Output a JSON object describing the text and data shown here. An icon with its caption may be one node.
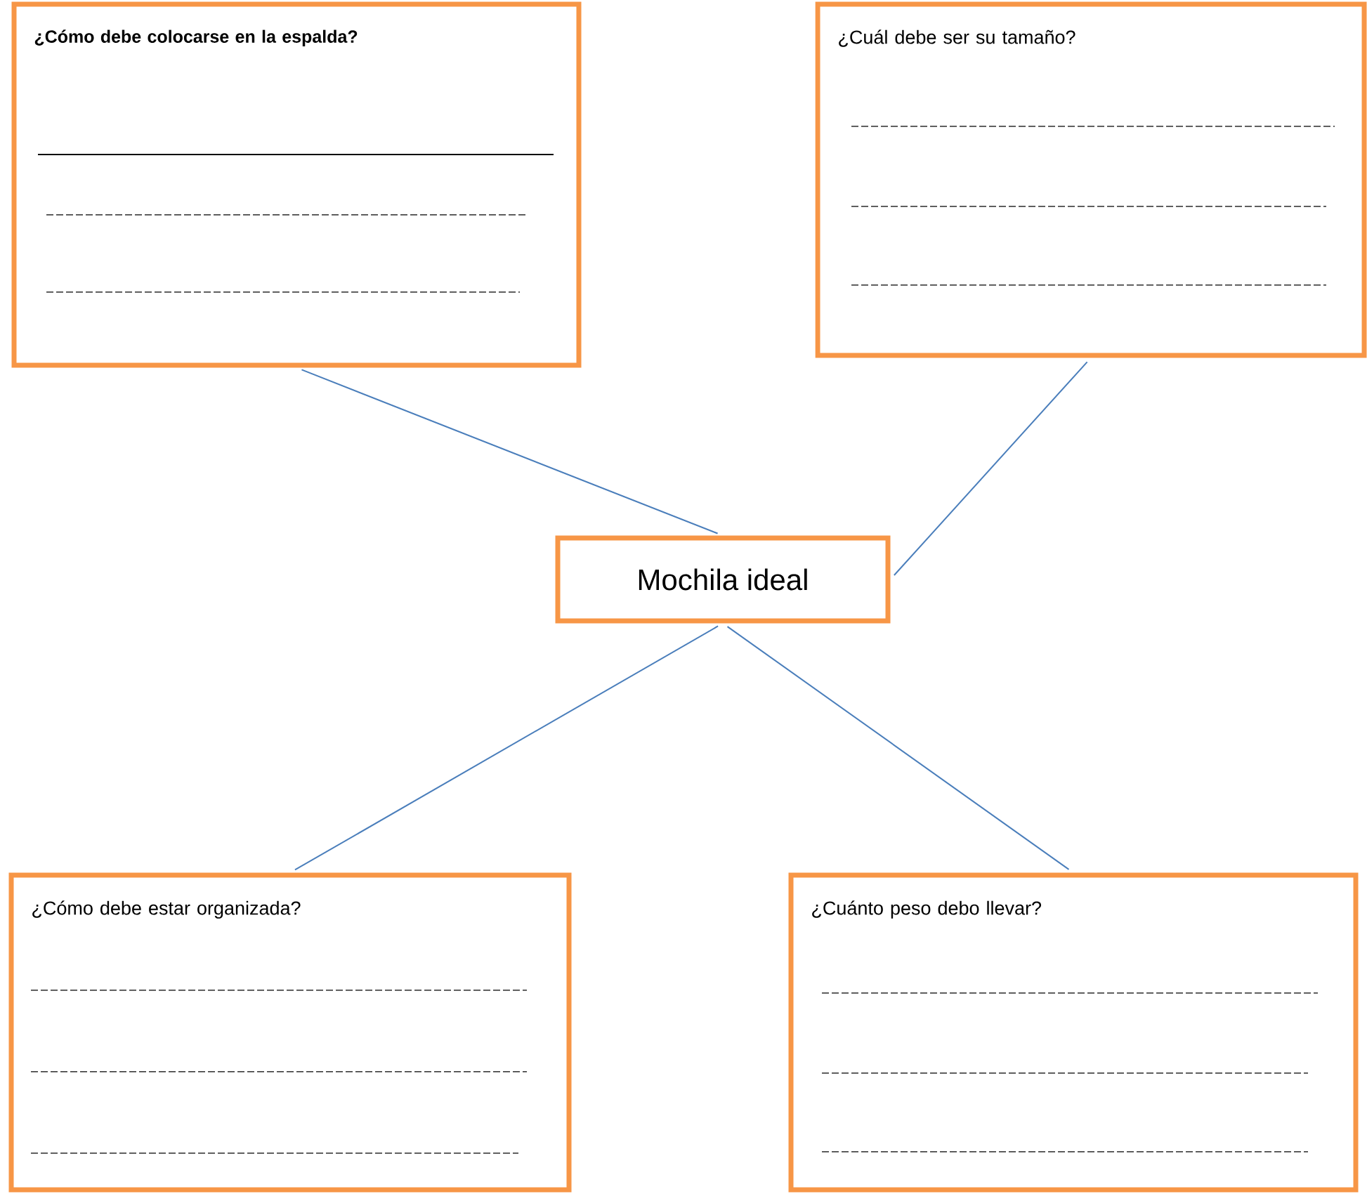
{
  "diagram": {
    "nodes": [
      {
        "text": [
          "¿Cómo debe colocarse en la espalda?"
        ]
      },
      {
        "text": [
          "¿Cuál debe ser su tamaño?"
        ]
      },
      {
        "text": [
          "Mochila ideal"
        ]
      },
      {
        "text": [
          "¿Cómo debe estar organizada?"
        ]
      },
      {
        "text": [
          "¿Cuánto peso debo llevar?"
        ]
      }
    ],
    "edges": [
      {
        "from": 0,
        "to": 2,
        "arrow": "none"
      },
      {
        "from": 1,
        "to": 2,
        "arrow": "none"
      },
      {
        "from": 2,
        "to": 3,
        "arrow": "none"
      },
      {
        "from": 2,
        "to": 4,
        "arrow": "none"
      }
    ]
  }
}
